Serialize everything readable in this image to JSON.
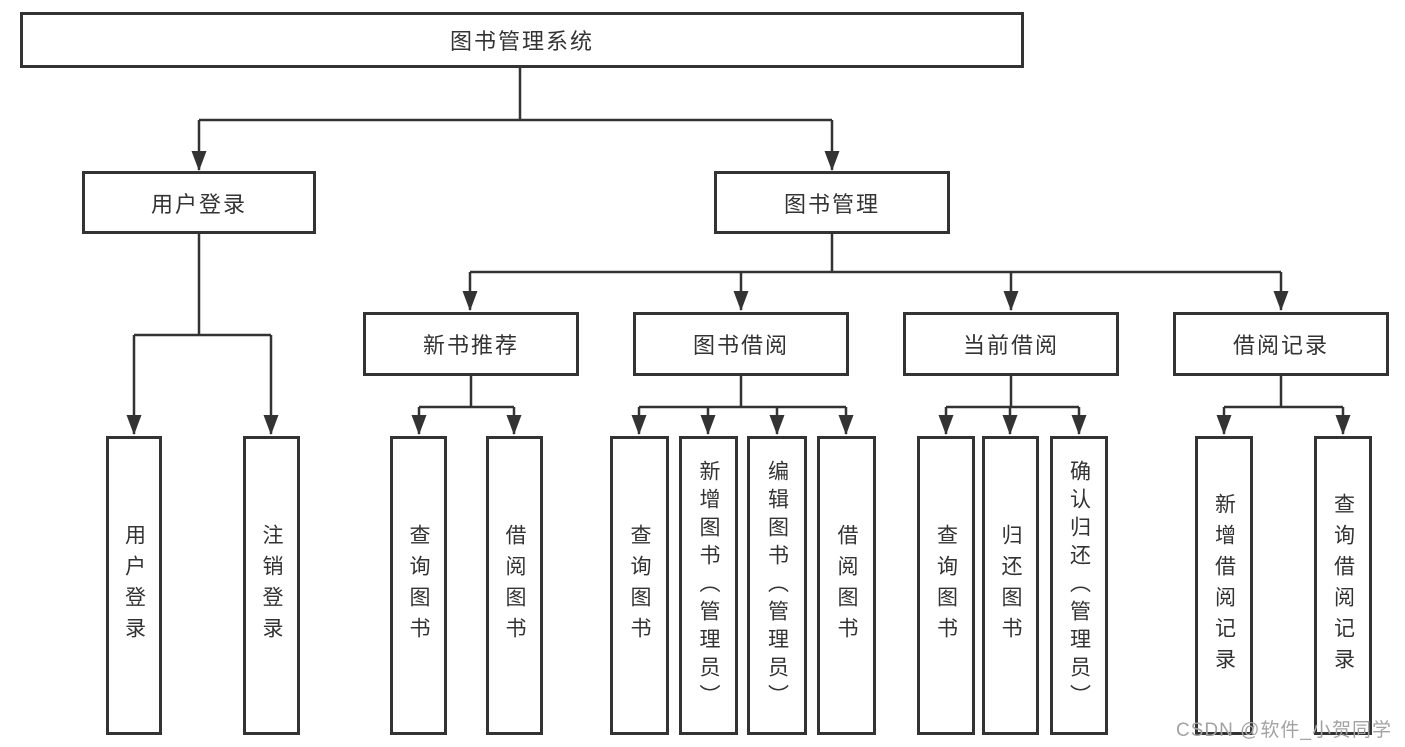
{
  "diagram": {
    "title": "图书管理系统",
    "watermark": "CSDN @软件_小贺同学",
    "colors": {
      "line": "#333333",
      "box_border": "#333333",
      "text": "#333333",
      "background": "#ffffff",
      "watermark": "#a3a3a3"
    },
    "root": {
      "label": "图书管理系统"
    },
    "level2": [
      {
        "label": "用户登录"
      },
      {
        "label": "图书管理"
      }
    ],
    "level3": [
      {
        "label": "新书推荐",
        "parent": "图书管理"
      },
      {
        "label": "图书借阅",
        "parent": "图书管理"
      },
      {
        "label": "当前借阅",
        "parent": "图书管理"
      },
      {
        "label": "借阅记录",
        "parent": "图书管理"
      }
    ],
    "leaves": [
      {
        "label": "用户登录",
        "parent": "用户登录"
      },
      {
        "label": "注销登录",
        "parent": "用户登录"
      },
      {
        "label": "查询图书",
        "parent": "新书推荐"
      },
      {
        "label": "借阅图书",
        "parent": "新书推荐"
      },
      {
        "label": "查询图书",
        "parent": "图书借阅"
      },
      {
        "label": "新增图书（管理员）",
        "parent": "图书借阅"
      },
      {
        "label": "编辑图书（管理员）",
        "parent": "图书借阅"
      },
      {
        "label": "借阅图书",
        "parent": "图书借阅"
      },
      {
        "label": "查询图书",
        "parent": "当前借阅"
      },
      {
        "label": "归还图书",
        "parent": "当前借阅"
      },
      {
        "label": "确认归还（管理员）",
        "parent": "当前借阅"
      },
      {
        "label": "新增借阅记录",
        "parent": "借阅记录"
      },
      {
        "label": "查询借阅记录",
        "parent": "借阅记录"
      }
    ]
  }
}
